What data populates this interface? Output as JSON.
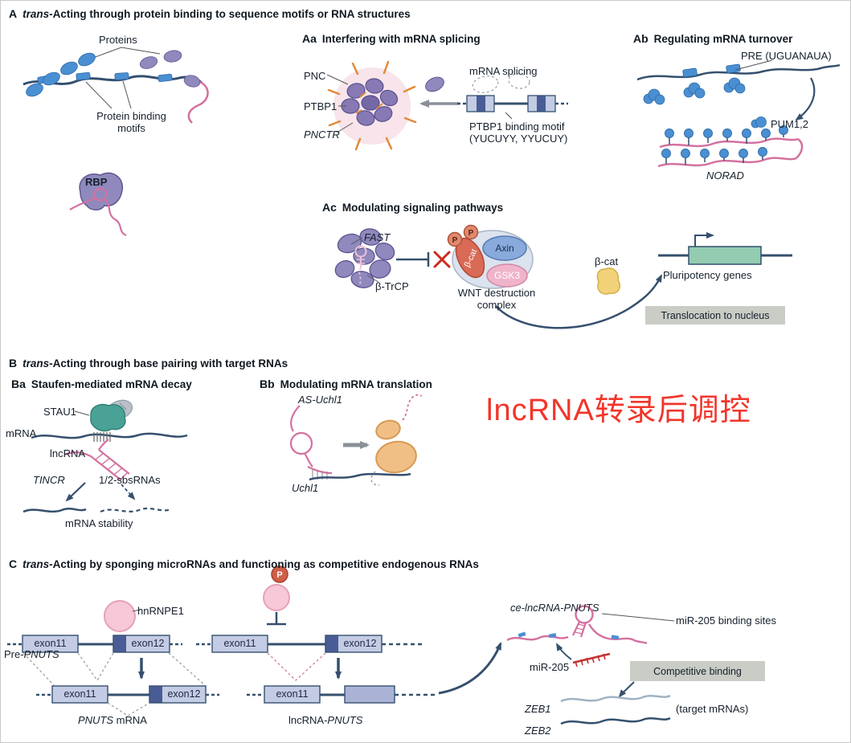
{
  "headers": {
    "A": {
      "letter": "A",
      "italic": "trans",
      "rest": "-Acting through protein binding to sequence motifs or RNA structures"
    },
    "Aa": {
      "letter": "Aa",
      "italic": "",
      "rest": "Interfering with mRNA splicing"
    },
    "Ab": {
      "letter": "Ab",
      "italic": "",
      "rest": "Regulating mRNA turnover"
    },
    "Ac": {
      "letter": "Ac",
      "italic": "",
      "rest": "Modulating signaling pathways"
    },
    "B": {
      "letter": "B",
      "italic": "trans",
      "rest": "-Acting through base pairing with target RNAs"
    },
    "Ba": {
      "letter": "Ba",
      "italic": "",
      "rest": "Staufen-mediated mRNA decay"
    },
    "Bb": {
      "letter": "Bb",
      "italic": "",
      "rest": "Modulating mRNA translation"
    },
    "C": {
      "letter": "C",
      "italic": "trans",
      "rest": "-Acting by sponging microRNAs and functioning as competitive endogenous RNAs"
    }
  },
  "labels": {
    "p": "P"
  },
  "panelA": {
    "proteins": "Proteins",
    "binding_motifs_1": "Protein binding",
    "binding_motifs_2": "motifs",
    "rbp": "RBP"
  },
  "panelAa": {
    "pnc": "PNC",
    "ptbp1": "PTBP1",
    "pnctr": "PNCTR",
    "mrna_splicing": "mRNA splicing",
    "motif_1": "PTBP1 binding motif",
    "motif_2": "(YUCUYY, YYUCUY)"
  },
  "panelAb": {
    "pre": "PRE (UGUANAUA)",
    "pum": "PUM1,2",
    "norad": "NORAD"
  },
  "panelAc": {
    "fast": "FAST",
    "btrcp": "β-TrCP",
    "bcat": "β-cat",
    "axin": "Axin",
    "gsk3": "GSK3",
    "wnt_1": "WNT destruction",
    "wnt_2": "complex",
    "bcat_free": "β-cat",
    "pluripotency": "Pluripotency genes",
    "translocation": "Translocation to nucleus"
  },
  "panelBa": {
    "stau1": "STAU1",
    "mrna": "mRNA",
    "lncrna": "lncRNA",
    "tincr": "TINCR",
    "sbsrnas": "1/2-sbsRNAs",
    "stability": "mRNA stability"
  },
  "panelBb": {
    "as_uchl1": "AS-Uchl1",
    "uchl1": "Uchl1"
  },
  "watermark": {
    "text": "lncRNA转录后调控",
    "color": "#f2352b"
  },
  "panelC": {
    "pre_prefix": "Pre-",
    "gene": "PNUTS",
    "exon11": "exon11",
    "exon12": "exon12",
    "hnrnpe1": "hnRNPE1",
    "mrna_suffix": " mRNA",
    "lnc_prefix": "lncRNA-",
    "ce_lncrna": "ce-lncRNA-PNUTS",
    "mir_sites": "miR-205 binding sites",
    "mir205": "miR-205",
    "competitive": "Competitive binding",
    "zeb1": "ZEB1",
    "zeb2": "ZEB2",
    "target": "(target mRNAs)"
  },
  "colors": {
    "navy": "#35506e",
    "pink": "#d4719f",
    "blue": "#4a8fd2",
    "purple": "#8f89bd",
    "red_accent": "#f2352b"
  }
}
